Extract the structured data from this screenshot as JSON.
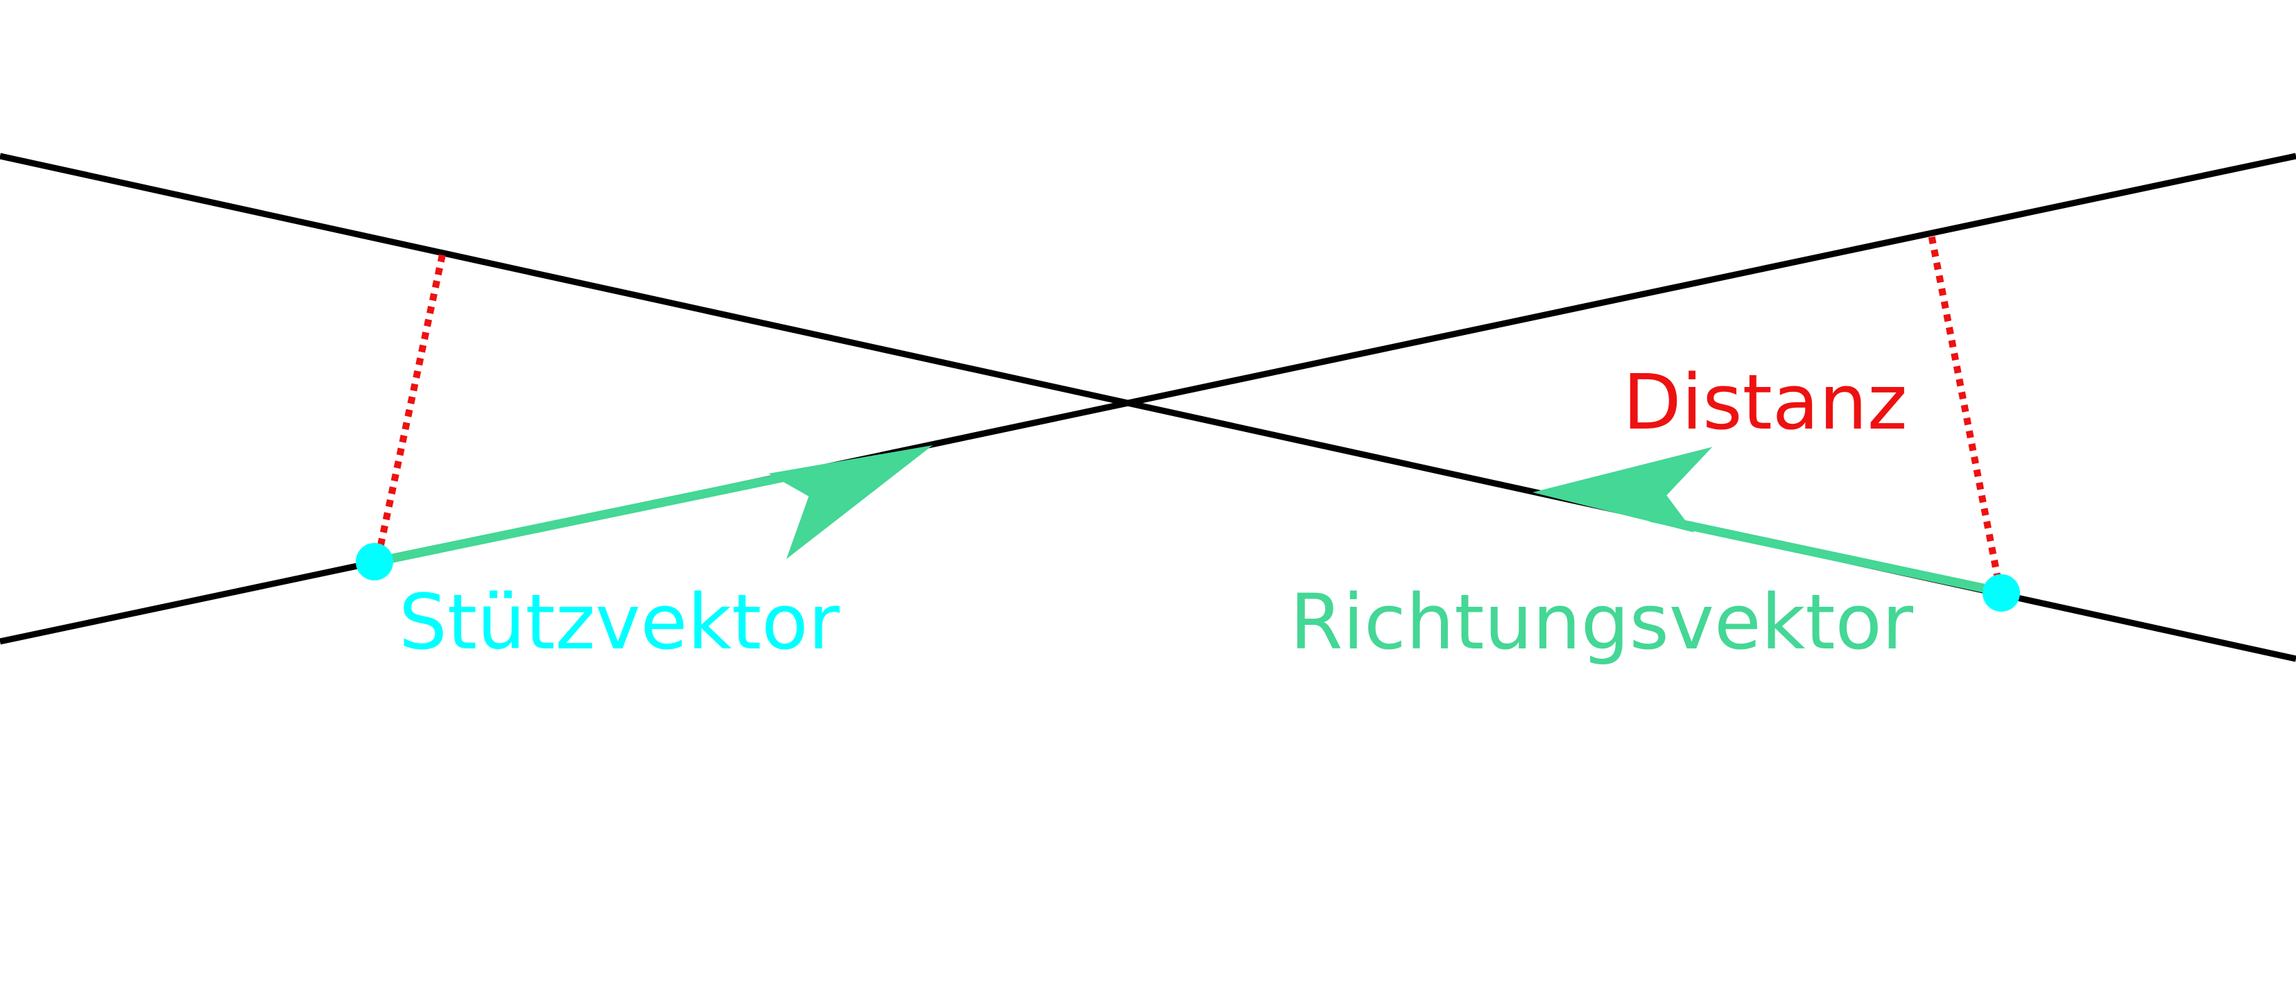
{
  "labels": {
    "distance": "Distanz",
    "support_vector": "Stützvektor",
    "direction_vector": "Richtungsvektor"
  },
  "colors": {
    "line": "#000000",
    "distance": "#ee1111",
    "vector": "#44d795",
    "point": "#00ffff"
  }
}
